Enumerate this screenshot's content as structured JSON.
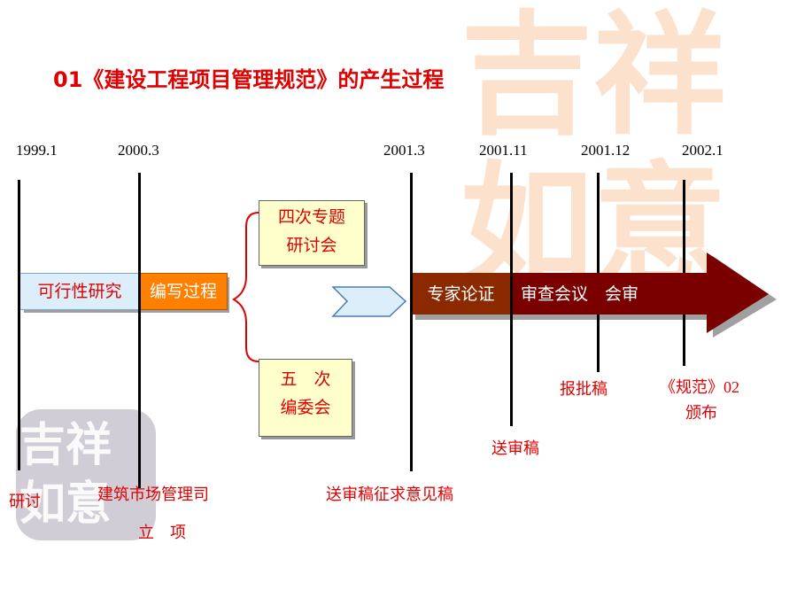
{
  "title": "01《建设工程项目管理规范》的产生过程",
  "dates": [
    "1999.1",
    "2000.3",
    "2001.3",
    "2001.11",
    "2001.12",
    "2002.1"
  ],
  "segments": {
    "feasibility": "可行性研究",
    "compile": "编写过程",
    "expert": "专家论证",
    "review": "审查会议　会审"
  },
  "boxes": {
    "seminar_line1": "四次专题",
    "seminar_line2": "研讨会",
    "editorial_line1": "五　次",
    "editorial_line2": "编委会"
  },
  "below_labels": {
    "discuss": "研讨",
    "bureau": "建筑市场管理司",
    "project": "立　项",
    "consult_draft": "送审稿征求意见稿",
    "review_draft": "送审稿",
    "approval_draft": "报批稿",
    "issue_line1": "《规范》",
    "issue_num": "02",
    "issue_line2": "颁布"
  },
  "colors": {
    "title": "#e00000",
    "feasibility_fill": "#dbeefa",
    "compile_fill": "#ff7f00",
    "expert_fill": "#8b2a00",
    "arrow_fill": "#7a0000",
    "box_fill": "#ffffcc"
  },
  "watermark": {
    "text": "吉祥如意"
  }
}
